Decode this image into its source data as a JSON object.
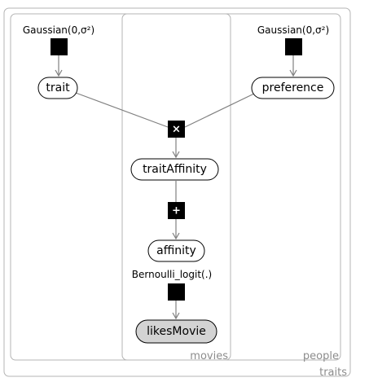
{
  "plates": {
    "traits": "traits",
    "people": "people",
    "movies": "movies"
  },
  "nodes": {
    "trait": "trait",
    "preference": "preference",
    "traitAffinity": "traitAffinity",
    "affinity": "affinity",
    "likesMovie": "likesMovie"
  },
  "factors": {
    "trait_prior": "Gaussian(0,σ²)",
    "preference_prior": "Gaussian(0,σ²)",
    "product_op": "×",
    "sum_op": "+",
    "bernoulli": "Bernoulli_logit(.)"
  },
  "colors": {
    "plate_border": "#b4b4b4",
    "plate_label": "#8c8c8c",
    "edge": "#808080",
    "observed_fill": "#d3d3d3"
  }
}
